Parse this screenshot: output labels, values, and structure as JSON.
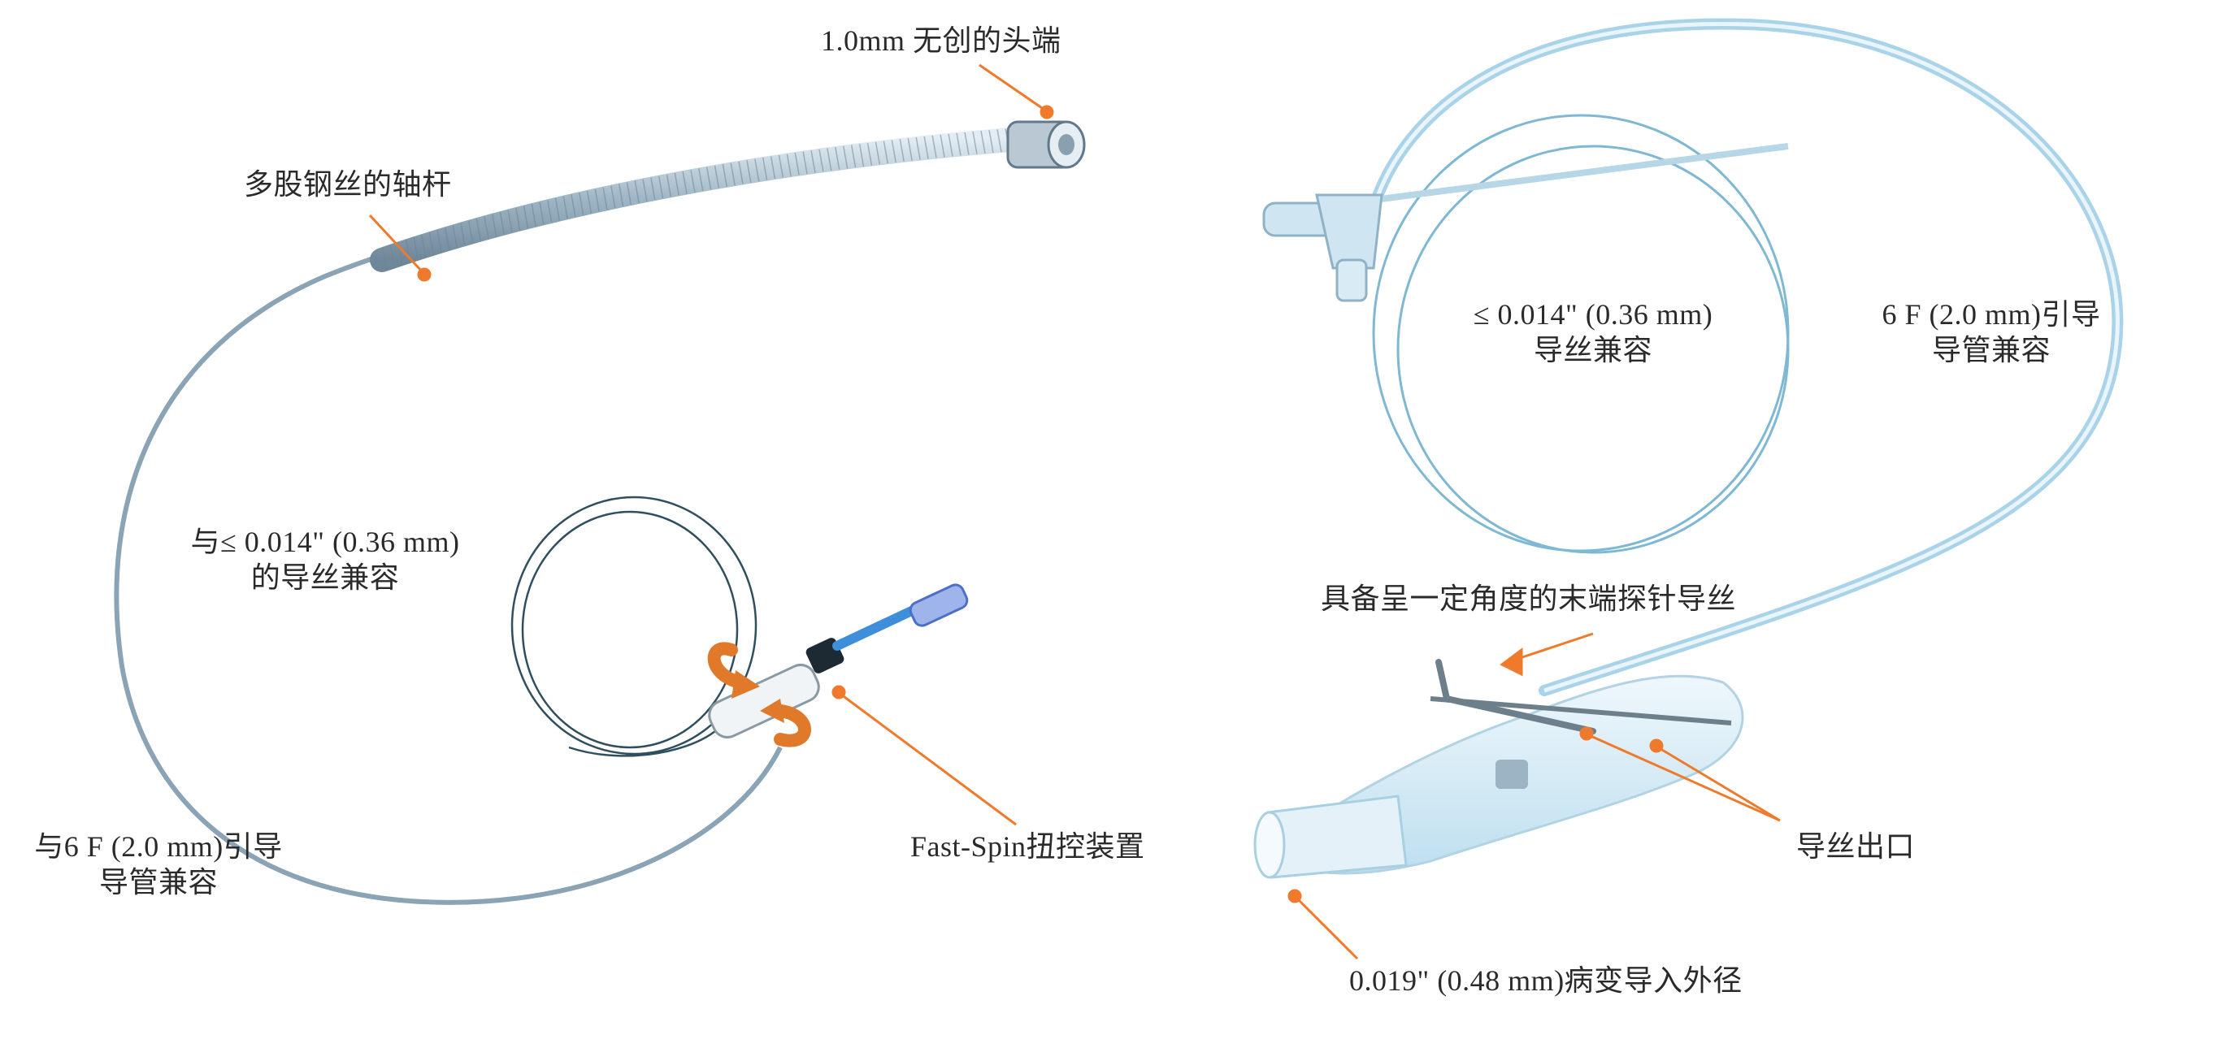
{
  "diagram": {
    "colors": {
      "leader": "#f07a2c",
      "wire": "#2f4f5e",
      "shaft": "#9fb6c6",
      "tube": "#a9d3e8",
      "tube_fill": "#d8ecf6",
      "spin_arrow": "#e07a2a",
      "connector": "#3d8fd9"
    },
    "left": {
      "tip_label": "1.0mm 无创的头端",
      "shaft_label": "多股钢丝的轴杆",
      "wire_compat": [
        "与≤ 0.014\" (0.36 mm)",
        "的导丝兼容"
      ],
      "catheter_compat": [
        "与6 F (2.0 mm)引导",
        "导管兼容"
      ],
      "fast_spin": "Fast-Spin扭控装置"
    },
    "right": {
      "wire_compat": [
        "≤ 0.014\" (0.36 mm)",
        "导丝兼容"
      ],
      "catheter_compat": [
        "6 F (2.0 mm)引导",
        "导管兼容"
      ],
      "probe_wire": "具备呈一定角度的末端探针导丝",
      "wire_exit": "导丝出口",
      "lesion_od": "0.019\" (0.48 mm)病变导入外径"
    }
  }
}
